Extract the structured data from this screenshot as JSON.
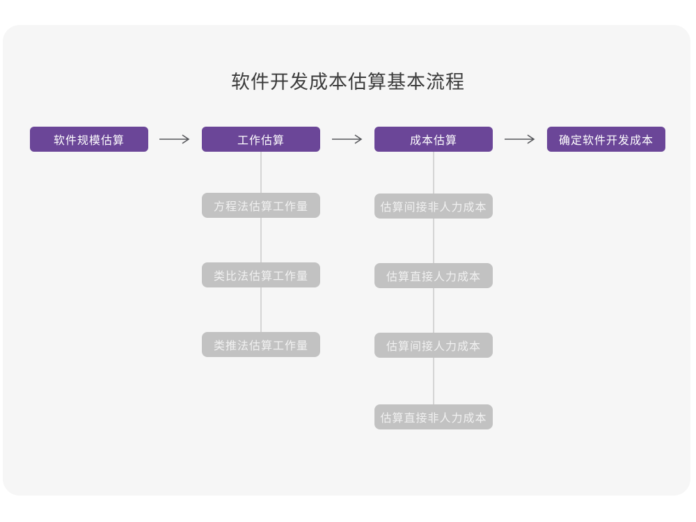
{
  "title": "软件开发成本估算基本流程",
  "colors": {
    "accent_purple": "#6b4698",
    "branch_gray": "#c2c2c2",
    "card_background": "#f6f6f6",
    "connector_line": "#d4d4d4",
    "arrow_stroke": "#55565a"
  },
  "flow": {
    "steps": [
      {
        "label": "软件规模估算"
      },
      {
        "label": "工作估算"
      },
      {
        "label": "成本估算"
      },
      {
        "label": "确定软件开发成本"
      }
    ]
  },
  "branches": {
    "work_estimation": [
      "方程法估算工作量",
      "类比法估算工作量",
      "类推法估算工作量"
    ],
    "cost_estimation": [
      "估算间接非人力成本",
      "估算直接人力成本",
      "估算间接人力成本",
      "估算直接非人力成本"
    ]
  }
}
